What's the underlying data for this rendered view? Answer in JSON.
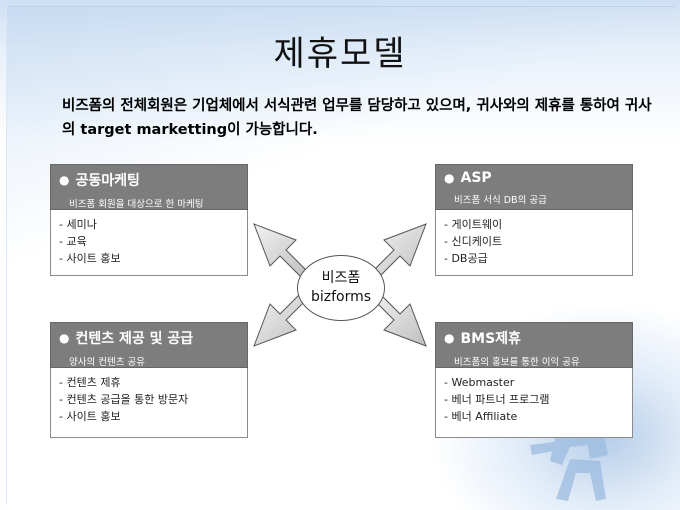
{
  "slide": {
    "title": "제휴모델",
    "intro": "비즈폼의 전체회원은 기업체에서 서식관련 업무를 담당하고 있으며, 귀사와의 제휴를 통하여 귀사의 target marketting이 가능합니다.",
    "center": {
      "line1": "비즈폼",
      "line2": "bizforms"
    },
    "cards": [
      {
        "title": "공동마케팅",
        "subtitle": "비즈폼 회원을 대상으로 한 마케팅",
        "items": [
          "- 세미나",
          "- 교육",
          "- 사이트 홍보"
        ]
      },
      {
        "title": "ASP",
        "subtitle": "비즈폼 서식 DB의 공급",
        "items": [
          "- 게이트웨이",
          "- 신디케이트",
          "- DB공급"
        ]
      },
      {
        "title": "컨텐츠 제공 및 공급",
        "subtitle": "양사의 컨텐츠 공유",
        "items": [
          "- 컨텐츠 제휴",
          "- 컨텐츠 공급을 통한 방문자",
          "- 사이트 홍보"
        ]
      },
      {
        "title": "BMS제휴",
        "subtitle": "비즈폼의 홍보를 통한 이익 공유",
        "items": [
          "- Webmaster",
          "- 베너 파트너 프로그램",
          "- 베너 Affiliate"
        ]
      }
    ],
    "colors": {
      "card_header": "#7d7d7d",
      "arrow_fill": "#d9d9d9",
      "arrow_stroke": "#555555"
    }
  }
}
